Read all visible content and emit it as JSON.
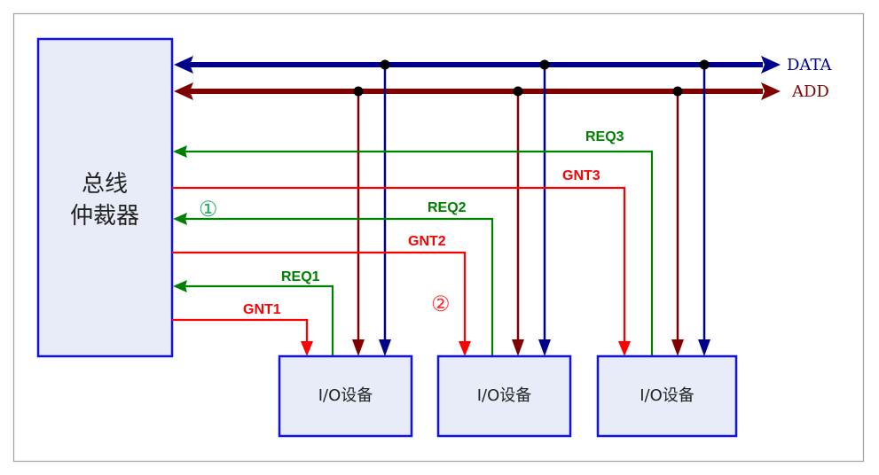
{
  "diagram": {
    "colors": {
      "data_bus": "#00008b",
      "addr_bus": "#800000",
      "req": "#008000",
      "gnt": "#ff0000",
      "box_fill": "#e8ecf8",
      "box_border": "#1010f0",
      "circle_1": "#20b060",
      "circle_2": "#ff3030"
    },
    "arbiter": {
      "line1": "总线",
      "line2": "仲裁器"
    },
    "buses": {
      "data": {
        "label": "DATA"
      },
      "addr": {
        "label": "ADD"
      }
    },
    "devices": [
      {
        "label": "I/O设备",
        "req": "REQ1",
        "gnt": "GNT1"
      },
      {
        "label": "I/O设备",
        "req": "REQ2",
        "gnt": "GNT2"
      },
      {
        "label": "I/O设备",
        "req": "REQ3",
        "gnt": "GNT3"
      }
    ],
    "annotations": {
      "step1": "①",
      "step2": "②"
    }
  }
}
